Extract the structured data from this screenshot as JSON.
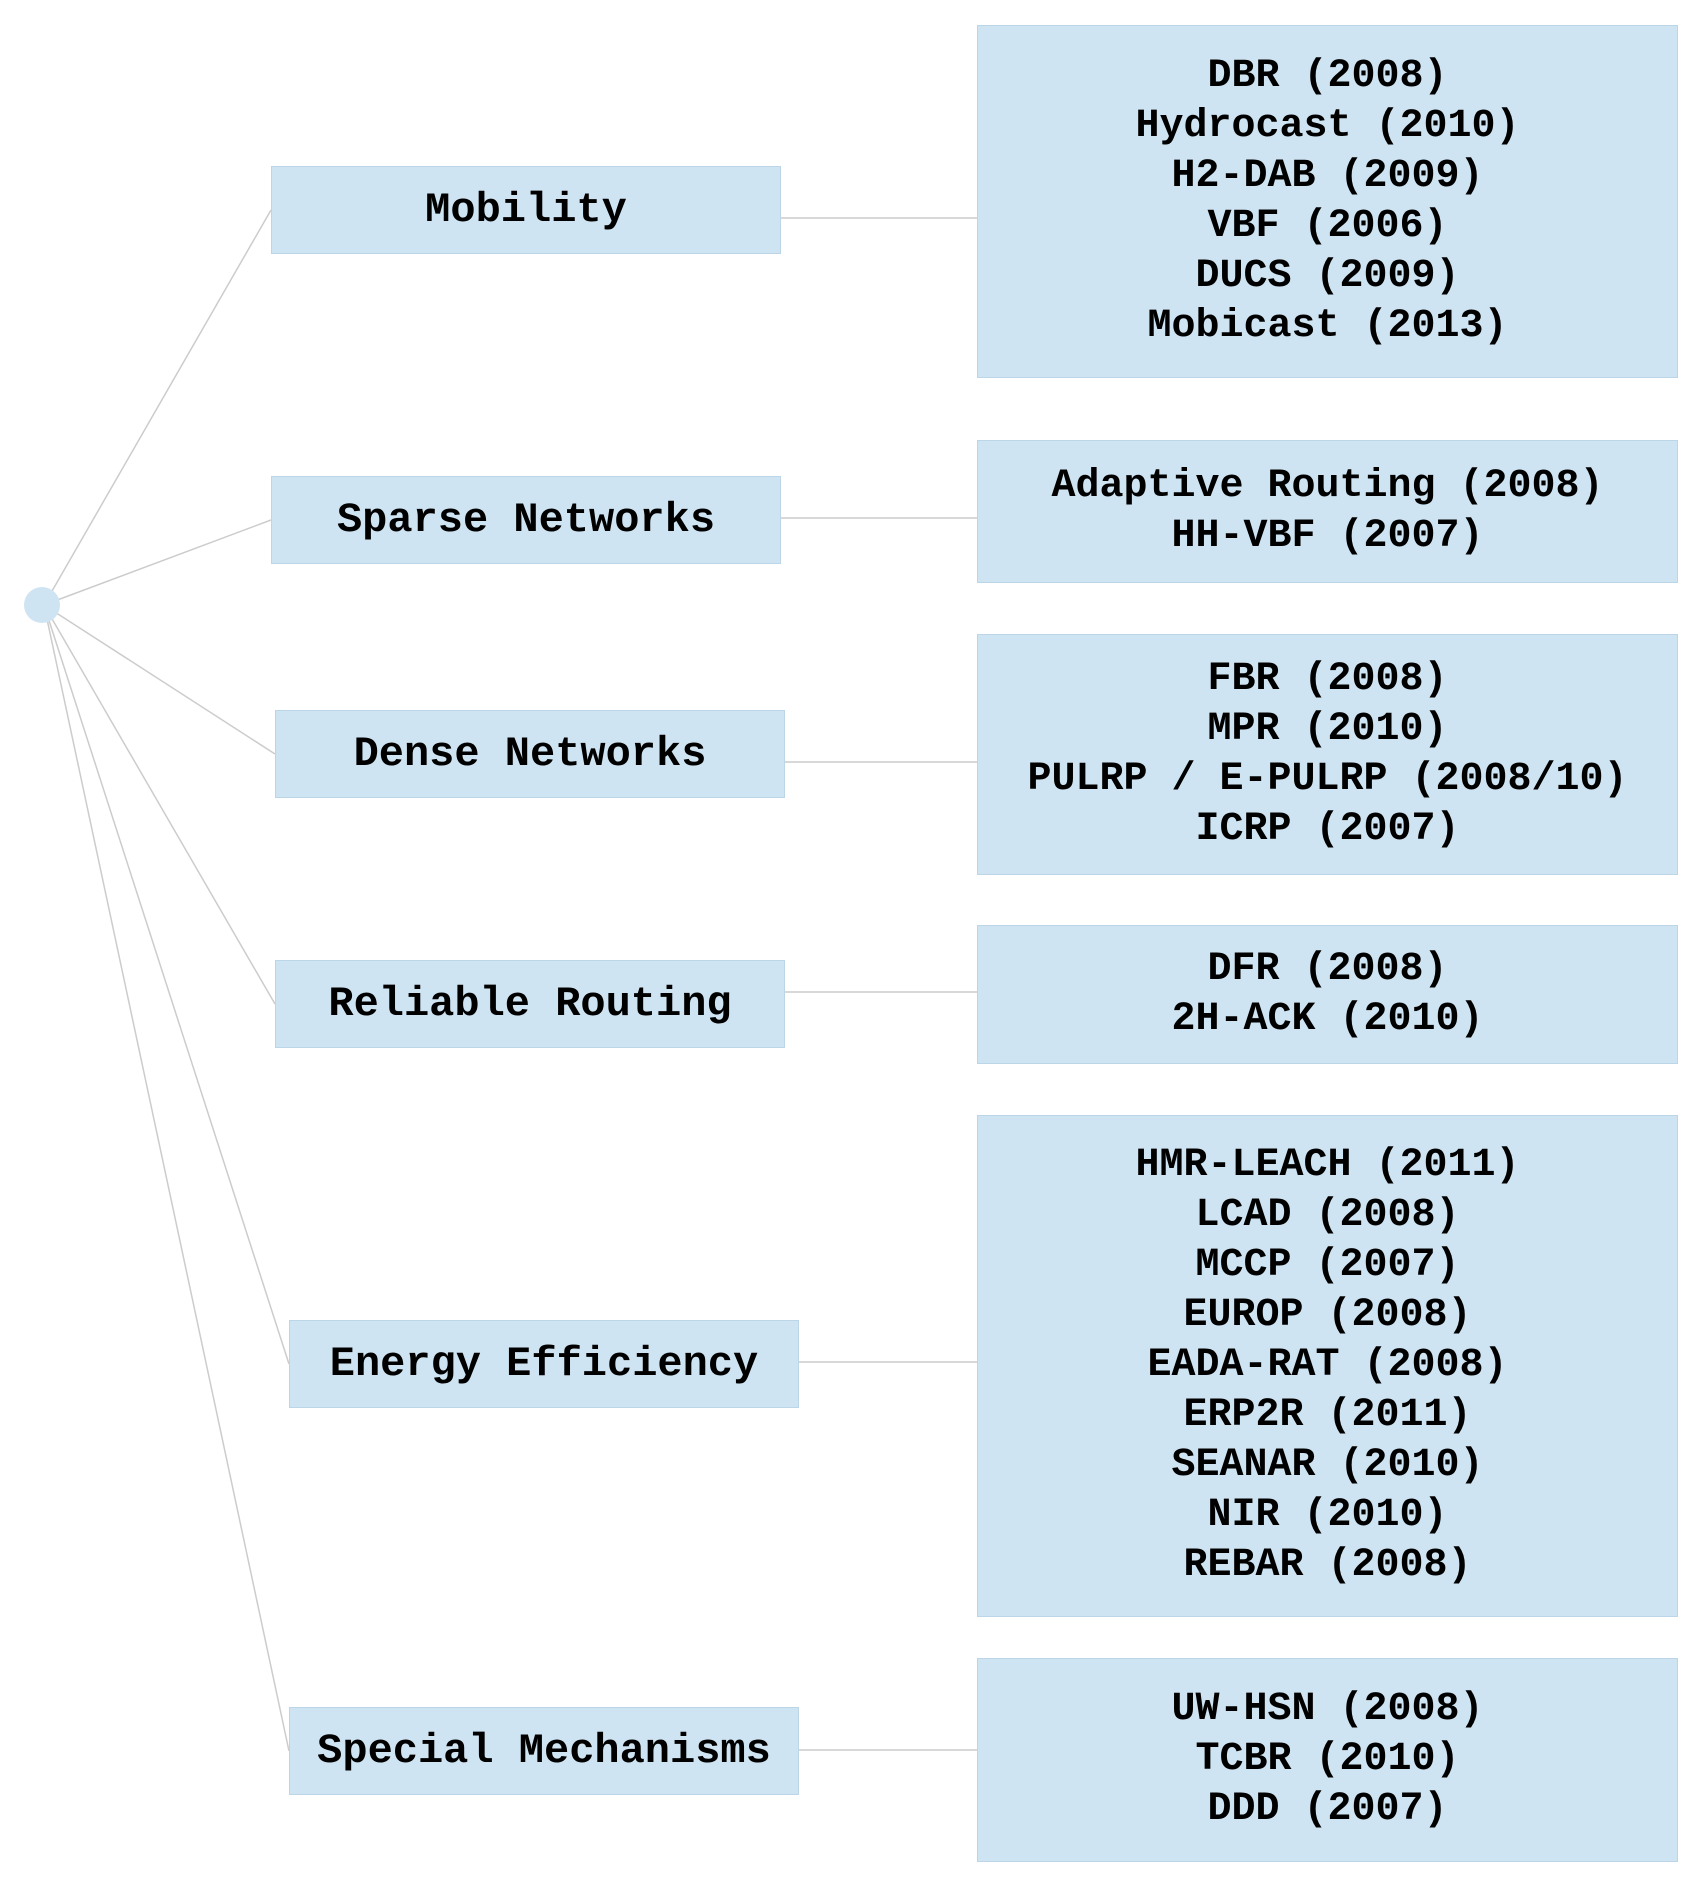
{
  "colors": {
    "box_fill": "#cfe4f2",
    "connector": "#cccccc",
    "text": "#000000"
  },
  "categories": [
    {
      "label": "Mobility",
      "items": [
        "DBR (2008)",
        "Hydrocast (2010)",
        "H2-DAB (2009)",
        "VBF (2006)",
        "DUCS (2009)",
        "Mobicast (2013)"
      ]
    },
    {
      "label": "Sparse Networks",
      "items": [
        "Adaptive Routing (2008)",
        "HH-VBF (2007)"
      ]
    },
    {
      "label": "Dense Networks",
      "items": [
        "FBR (2008)",
        "MPR (2010)",
        "PULRP / E-PULRP (2008/10)",
        "ICRP (2007)"
      ]
    },
    {
      "label": "Reliable Routing",
      "items": [
        "DFR (2008)",
        "2H-ACK (2010)"
      ]
    },
    {
      "label": "Energy Efficiency",
      "items": [
        "HMR-LEACH (2011)",
        "LCAD (2008)",
        "MCCP (2007)",
        "EUROP (2008)",
        "EADA-RAT (2008)",
        "ERP2R (2011)",
        "SEANAR (2010)",
        "NIR (2010)",
        "REBAR (2008)"
      ]
    },
    {
      "label": "Special Mechanisms",
      "items": [
        "UW-HSN (2008)",
        "TCBR (2010)",
        "DDD (2007)"
      ]
    }
  ]
}
